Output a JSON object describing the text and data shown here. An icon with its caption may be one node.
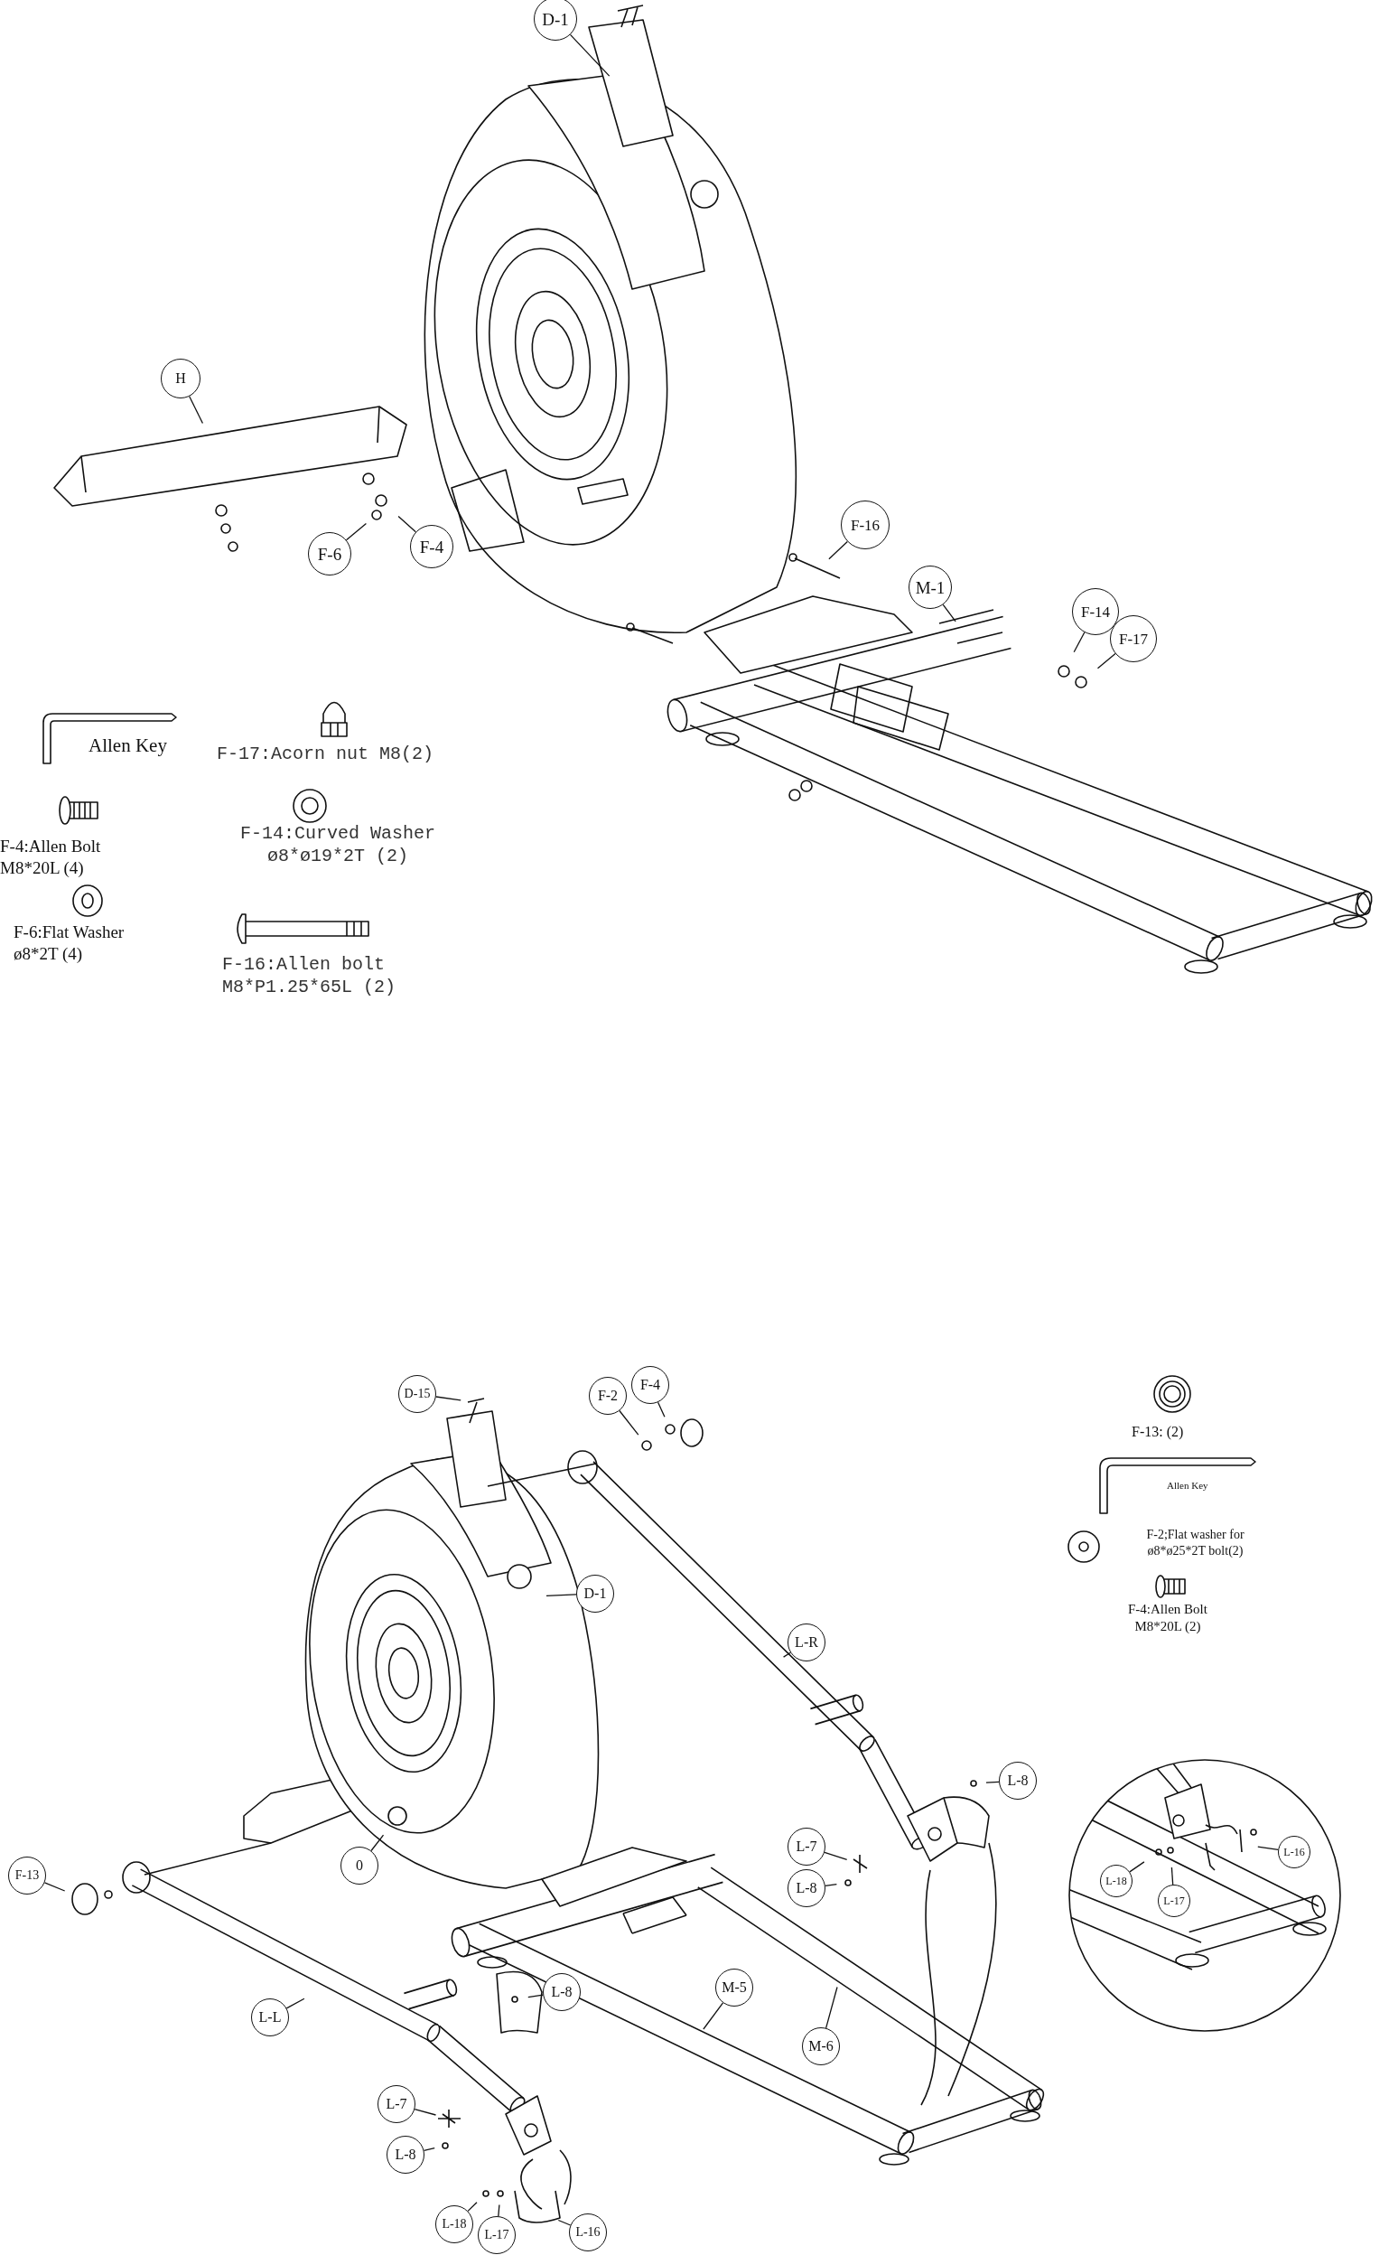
{
  "diagram": {
    "nodes": [
      {
        "text": [
          "D-1"
        ]
      },
      {
        "text": [
          "H"
        ]
      },
      {
        "text": [
          "F-6"
        ]
      },
      {
        "text": [
          "F-4"
        ]
      },
      {
        "text": [
          "F-16"
        ]
      },
      {
        "text": [
          "M-1"
        ]
      },
      {
        "text": [
          "F-14"
        ]
      },
      {
        "text": [
          "F-17"
        ]
      },
      {
        "text": [
          "D-15"
        ]
      },
      {
        "text": [
          "F-2"
        ]
      },
      {
        "text": [
          "F-4"
        ]
      },
      {
        "text": [
          "D-1"
        ]
      },
      {
        "text": [
          "L-R"
        ]
      },
      {
        "text": [
          "0"
        ]
      },
      {
        "text": [
          "F-13"
        ]
      },
      {
        "text": [
          "L-8"
        ]
      },
      {
        "text": [
          "L-7"
        ]
      },
      {
        "text": [
          "L-8"
        ]
      },
      {
        "text": [
          "L-8"
        ]
      },
      {
        "text": [
          "L-L"
        ]
      },
      {
        "text": [
          "M-5"
        ]
      },
      {
        "text": [
          "M-6"
        ]
      },
      {
        "text": [
          "L-7"
        ]
      },
      {
        "text": [
          "L-8"
        ]
      },
      {
        "text": [
          "L-18"
        ]
      },
      {
        "text": [
          "L-17"
        ]
      },
      {
        "text": [
          "L-16"
        ]
      },
      {
        "text": [
          "L-18"
        ]
      },
      {
        "text": [
          "L-17"
        ]
      },
      {
        "text": [
          "L-16"
        ]
      }
    ],
    "edges": [
      {
        "from": 0,
        "to": null,
        "arrow": "none"
      },
      {
        "from": 1,
        "to": null,
        "arrow": "none"
      },
      {
        "from": 2,
        "to": null,
        "arrow": "none"
      },
      {
        "from": 3,
        "to": null,
        "arrow": "none"
      },
      {
        "from": 4,
        "to": null,
        "arrow": "none"
      },
      {
        "from": 5,
        "to": null,
        "arrow": "none"
      },
      {
        "from": 6,
        "to": null,
        "arrow": "none"
      },
      {
        "from": 7,
        "to": null,
        "arrow": "none"
      },
      {
        "from": 8,
        "to": null,
        "arrow": "none"
      },
      {
        "from": 9,
        "to": null,
        "arrow": "none"
      },
      {
        "from": 10,
        "to": null,
        "arrow": "none"
      },
      {
        "from": 11,
        "to": null,
        "arrow": "none"
      },
      {
        "from": 12,
        "to": null,
        "arrow": "none"
      },
      {
        "from": 13,
        "to": null,
        "arrow": "none"
      },
      {
        "from": 14,
        "to": null,
        "arrow": "none"
      },
      {
        "from": 15,
        "to": null,
        "arrow": "none"
      },
      {
        "from": 16,
        "to": null,
        "arrow": "none"
      },
      {
        "from": 17,
        "to": null,
        "arrow": "none"
      },
      {
        "from": 18,
        "to": null,
        "arrow": "none"
      },
      {
        "from": 19,
        "to": null,
        "arrow": "none"
      },
      {
        "from": 20,
        "to": null,
        "arrow": "none"
      },
      {
        "from": 21,
        "to": null,
        "arrow": "none"
      },
      {
        "from": 22,
        "to": null,
        "arrow": "none"
      },
      {
        "from": 23,
        "to": null,
        "arrow": "none"
      },
      {
        "from": 24,
        "to": null,
        "arrow": "none"
      },
      {
        "from": 25,
        "to": null,
        "arrow": "none"
      },
      {
        "from": 26,
        "to": null,
        "arrow": "none"
      },
      {
        "from": 27,
        "to": null,
        "arrow": "none"
      },
      {
        "from": 28,
        "to": null,
        "arrow": "none"
      },
      {
        "from": 29,
        "to": null,
        "arrow": "none"
      }
    ],
    "labels": [
      "Allen Key",
      "F-17:Acorn nut M8(2)",
      "F-4:Allen Bolt M8*20L (4)",
      "F-14:Curved Washer ø8*ø19*2T (2)",
      "F-6:Flat Washer ø8*2T (4)",
      "F-16:Allen bolt M8*P1.25*65L (2)",
      "F-13: (2)",
      "Allen Key",
      "F-2;Flat washer for ø8*ø25*2T bolt(2)",
      "F-4:Allen Bolt M8*20L (2)"
    ]
  }
}
